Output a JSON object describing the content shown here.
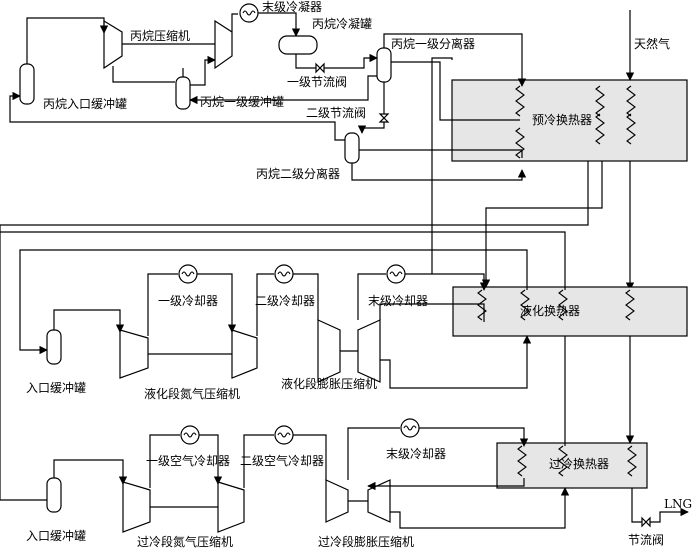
{
  "labels": {
    "propane_compressor": "丙烷压缩机",
    "final_condenser": "末级冷凝器",
    "propane_condensate_tank": "丙烷冷凝罐",
    "propane_stage1_separator": "丙烷一级分离器",
    "natural_gas": "天然气",
    "stage1_throttle_valve": "一级节流阀",
    "propane_inlet_buffer": "丙烷入口缓冲罐",
    "propane_stage1_buffer": "丙烷一级缓冲罐",
    "stage2_throttle_valve": "二级节流阀",
    "precool_hx": "预冷换热器",
    "propane_stage2_separator": "丙烷二级分离器",
    "liq_stage1_cooler": "一级冷却器",
    "liq_stage2_cooler": "二级冷却器",
    "liq_final_cooler": "末级冷却器",
    "liquefaction_hx": "液化换热器",
    "liq_inlet_buffer": "入口缓冲罐",
    "liq_n2_compressor": "液化段氮气压缩机",
    "liq_expander": "液化段膨胀压缩机",
    "sub_stage1_air_cooler": "一级空气冷却器",
    "sub_stage2_air_cooler": "二级空气冷却器",
    "sub_final_cooler": "末级冷却器",
    "subcool_hx": "过冷换热器",
    "sub_inlet_buffer": "入口缓冲罐",
    "sub_n2_compressor": "过冷段氮气压缩机",
    "sub_expander": "过冷段膨胀压缩机",
    "lng": "LNG",
    "throttle_valve": "节流阀"
  }
}
